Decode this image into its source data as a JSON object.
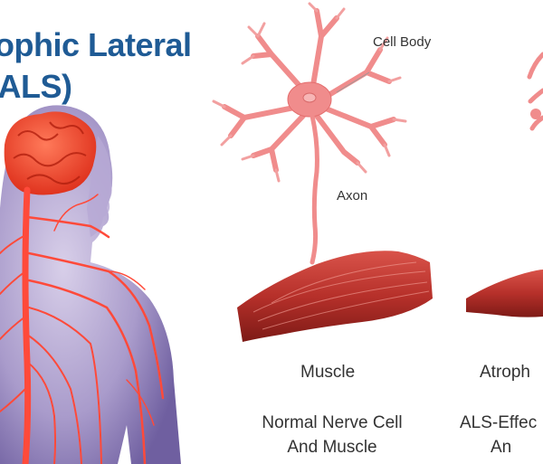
{
  "title": {
    "line1": "ophic Lateral",
    "line2": "(ALS)"
  },
  "labels": {
    "cell_body": "Cell Body",
    "axon": "Axon"
  },
  "normal": {
    "muscle_label": "Muscle",
    "caption_line1": "Normal Nerve Cell",
    "caption_line2": "And Muscle"
  },
  "affected": {
    "muscle_label": "Atroph",
    "caption_line1": "ALS-Effec",
    "caption_line2": "An"
  },
  "colors": {
    "title": "#1f5b95",
    "neuron": "#f08c8c",
    "muscle": "#b8322c",
    "nerves": "#ff4a3a",
    "body": "#a89bc9",
    "text": "#333333"
  }
}
